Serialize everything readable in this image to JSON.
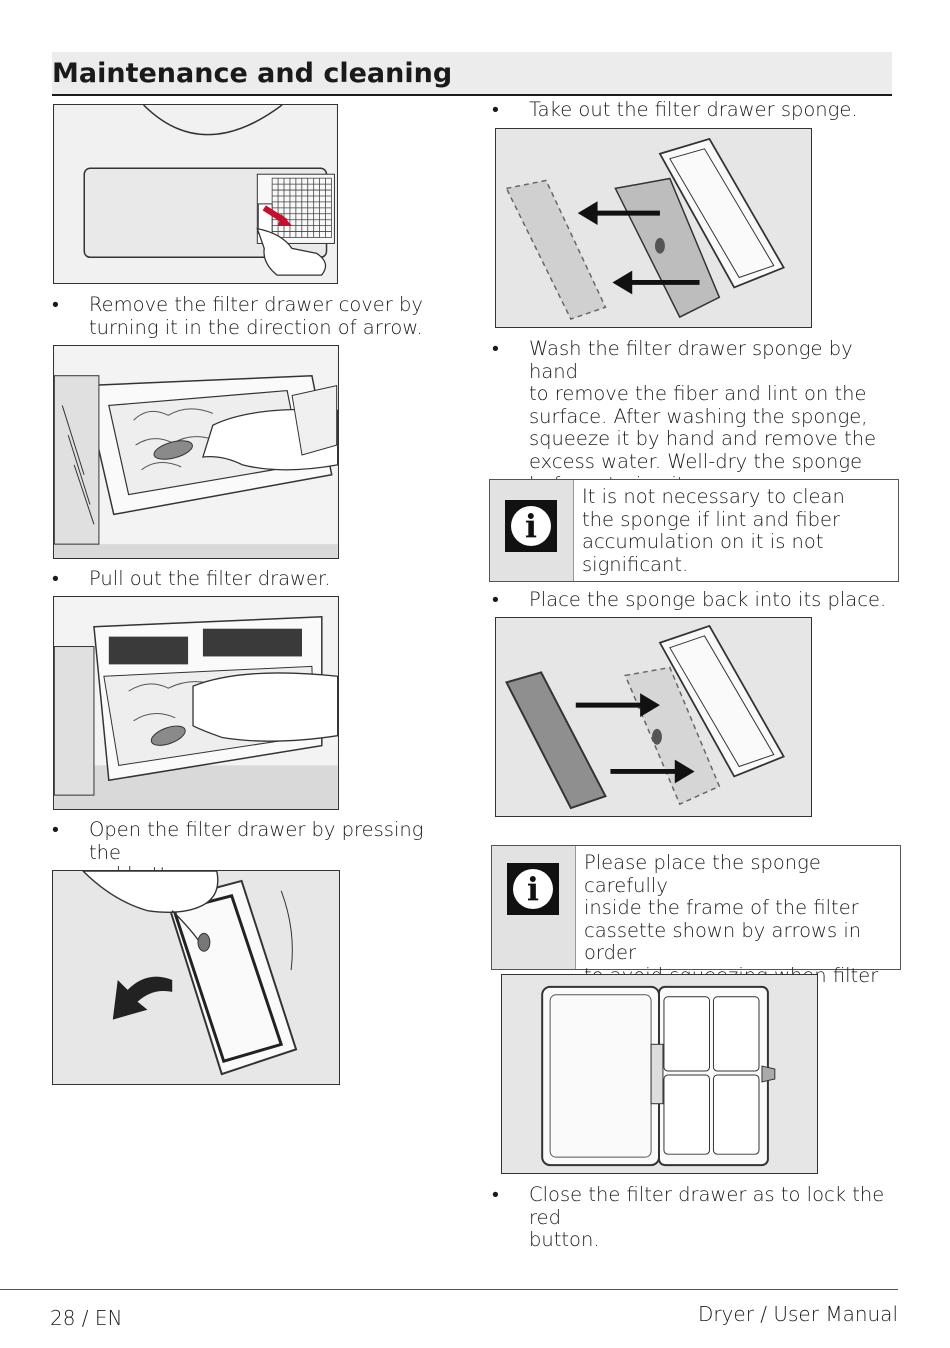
{
  "header": {
    "title": "Maintenance and cleaning"
  },
  "left_column": {
    "steps": [
      "Remove the filter drawer cover by\nturning it in the direction of arrow.",
      "Pull out the filter drawer.",
      "Open the filter drawer by pressing the\nred button."
    ]
  },
  "right_column": {
    "steps": [
      "Take out the filter drawer sponge.",
      "Wash the filter drawer sponge by hand\nto remove the fiber and lint on the\nsurface. After washing the sponge,\nsqueeze it by hand and remove the\nexcess water. Well-dry the sponge\nbefore storing it.",
      "Place the sponge back into its place.",
      "Close the filter drawer as to lock the red\nbutton."
    ],
    "notes": [
      "It is not necessary to clean\nthe sponge if lint and fiber\naccumulation on it is not\nsignificant.",
      "Please place the sponge carefully\ninside the frame of the filter\ncassette shown by arrows in order\nto avoid squeezing when filter\ndrawer closed”.:"
    ]
  },
  "bullet_symbol": "•",
  "info_icon_letter": "i",
  "footer": {
    "page": "28 / EN",
    "doc": "Dryer / User Manual"
  },
  "colors": {
    "accent_red": "#c8102e",
    "header_bg": "#ececec",
    "figure_bg": "#e6e6e6",
    "icon_cell_bg": "#e2e2e2"
  }
}
